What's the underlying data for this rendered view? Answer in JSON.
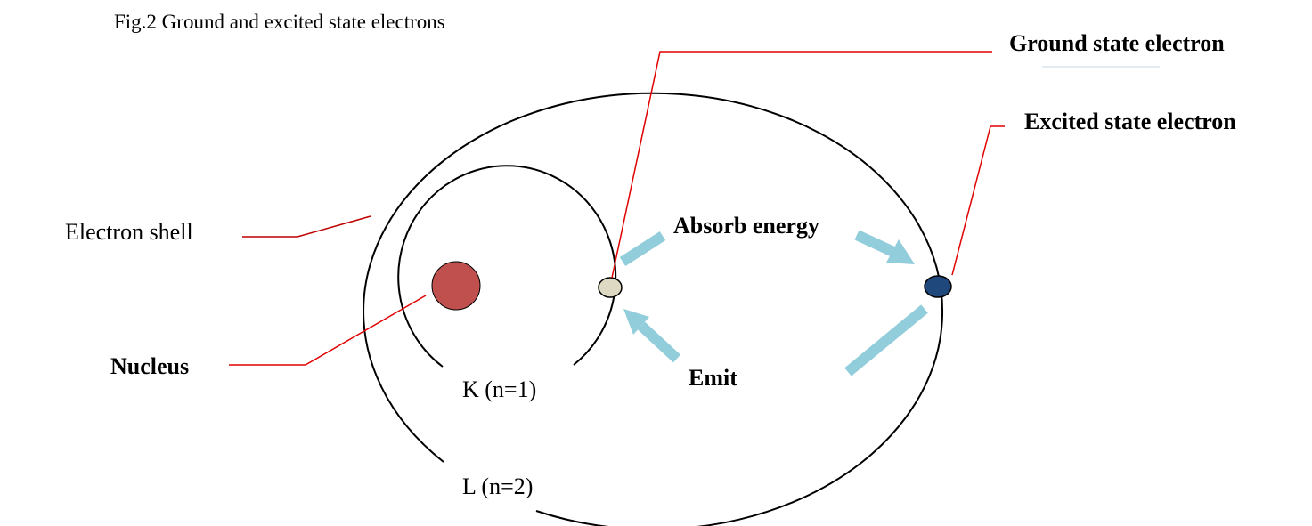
{
  "figure": {
    "title": "Fig.2 Ground and excited state electrons"
  },
  "labels": {
    "ground_state": "Ground state electron",
    "excited_state": "Excited state electron",
    "electron_shell": "Electron shell",
    "nucleus": "Nucleus",
    "absorb": "Absorb energy",
    "emit": "Emit",
    "shell_k": "K (n=1)",
    "shell_l": "L (n=2)"
  },
  "colors": {
    "nucleus": "#c0504d",
    "ground_electron": "#ddd9c3",
    "excited_electron": "#1f497d",
    "arrow": "#92cddc",
    "leader_line": "#e00000",
    "shell_line": "#000000"
  },
  "icons": {
    "absorb_arrow": "arrow-icon",
    "emit_arrow": "arrow-icon"
  }
}
